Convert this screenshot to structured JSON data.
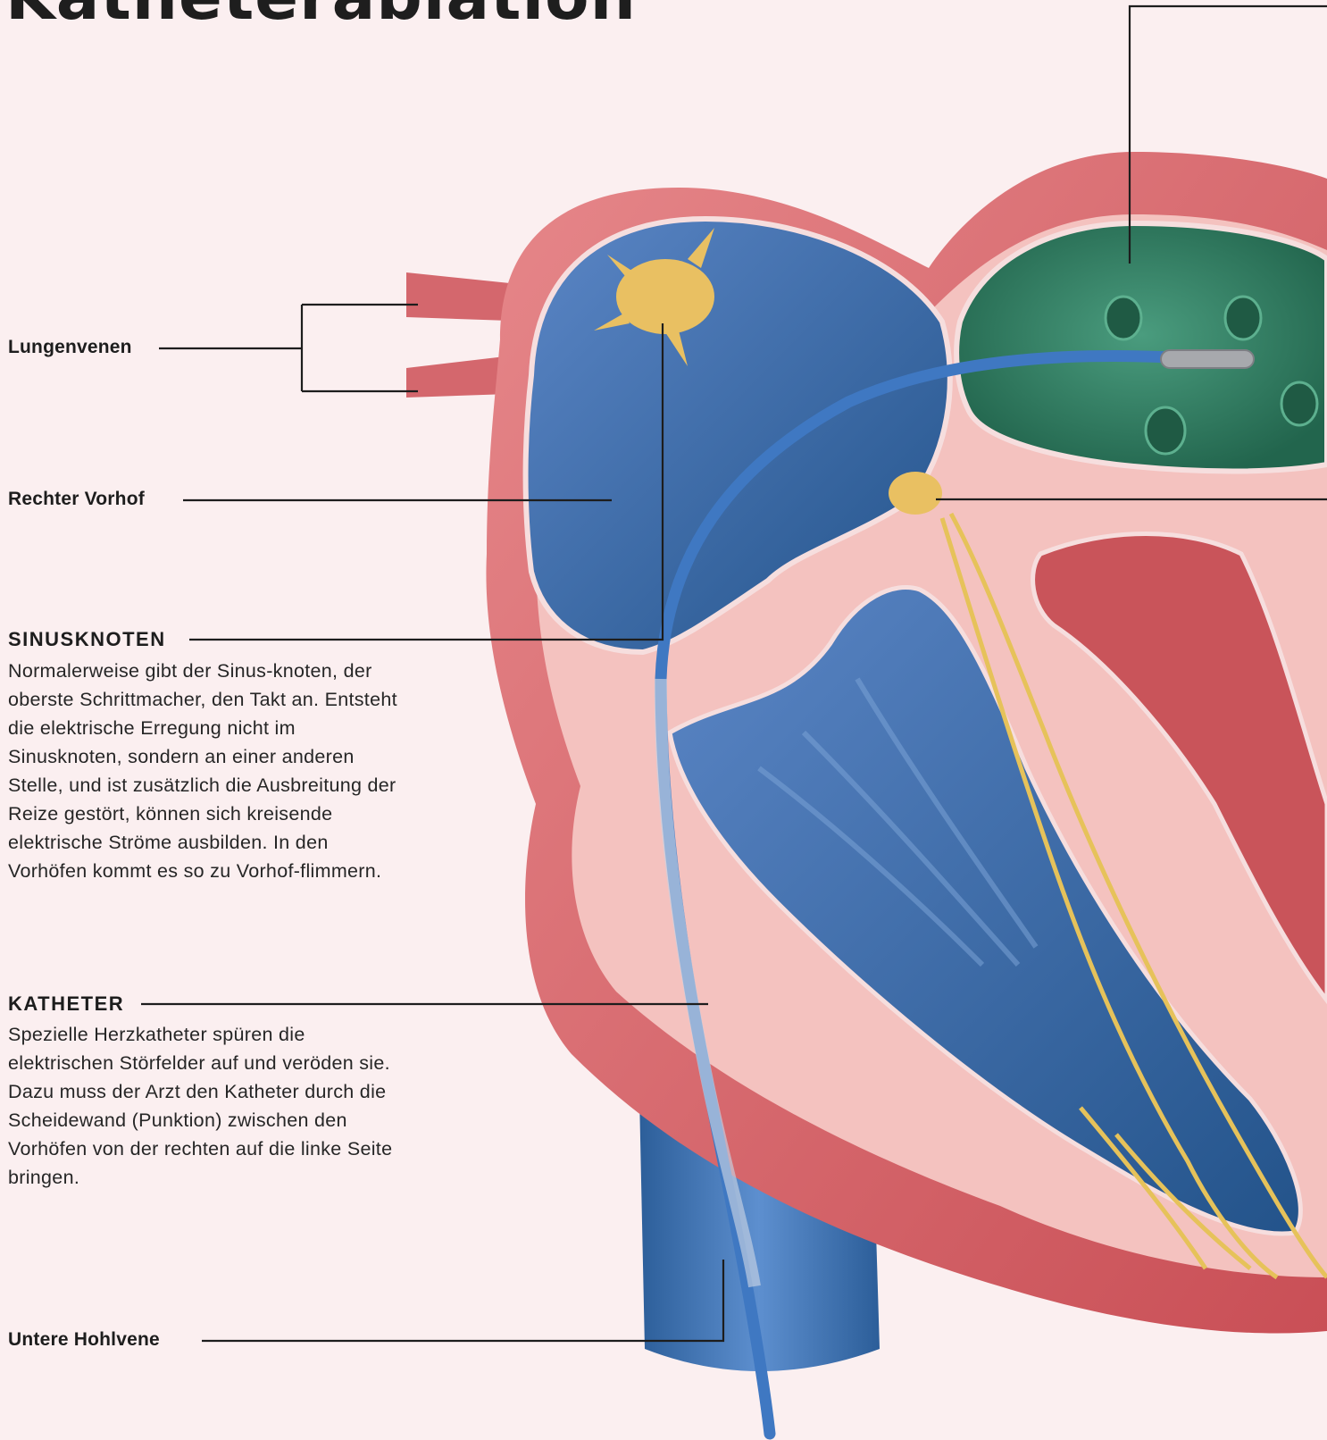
{
  "title": "Katheterablation",
  "labels": {
    "lungenvenen": "Lungenvenen",
    "rechter_vorhof": "Rechter Vorhof",
    "untere_hohlvene": "Untere Hohlvene"
  },
  "sections": {
    "sinusknoten": {
      "heading": "SINUSKNOTEN",
      "text": "Normalerweise gibt der Sinus-knoten, der oberste Schrittmacher, den Takt an. Entsteht die elektrische Erregung nicht im Sinusknoten, sondern an einer anderen Stelle, und ist zusätzlich die Ausbreitung der Reize gestört, können sich kreisende elektrische Ströme ausbilden. In den Vorhöfen kommt es so zu Vorhof-flimmern."
    },
    "katheter": {
      "heading": "KATHETER",
      "text": "Spezielle Herzkatheter spüren die elektrischen Störfelder auf und veröden sie. Dazu muss der Arzt den Katheter durch die Scheidewand (Punktion) zwischen den Vorhöfen von der rechten auf die linke Seite bringen."
    }
  },
  "colors": {
    "background": "#fbeff0",
    "muscle": "#d9676c",
    "right_atrium": "#2f5f98",
    "left_atrium": "#2f8466",
    "nerve": "#e6c25a",
    "catheter": "#3f78c2"
  }
}
